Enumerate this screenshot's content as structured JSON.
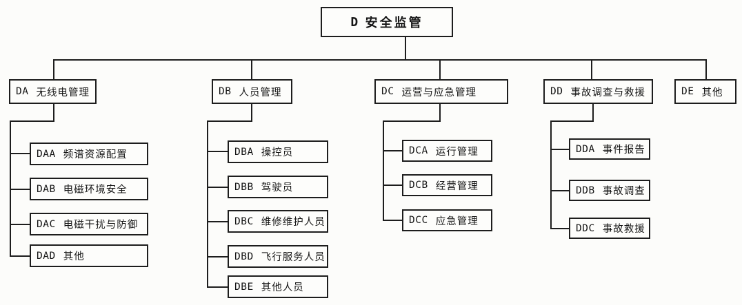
{
  "figure": {
    "type": "org-tree-diagram",
    "line_color": "#1d1d1d",
    "background": "#fcfcfa"
  },
  "root": {
    "code": "D",
    "label": "安全监管"
  },
  "branches": [
    {
      "code": "DA",
      "label": "无线电管理",
      "children": [
        {
          "code": "DAA",
          "label": "频谱资源配置"
        },
        {
          "code": "DAB",
          "label": "电磁环境安全"
        },
        {
          "code": "DAC",
          "label": "电磁干扰与防御"
        },
        {
          "code": "DAD",
          "label": "其他"
        }
      ]
    },
    {
      "code": "DB",
      "label": "人员管理",
      "children": [
        {
          "code": "DBA",
          "label": "操控员"
        },
        {
          "code": "DBB",
          "label": "驾驶员"
        },
        {
          "code": "DBC",
          "label": "维修维护人员"
        },
        {
          "code": "DBD",
          "label": "飞行服务人员"
        },
        {
          "code": "DBE",
          "label": "其他人员"
        }
      ]
    },
    {
      "code": "DC",
      "label": "运营与应急管理",
      "children": [
        {
          "code": "DCA",
          "label": "运行管理"
        },
        {
          "code": "DCB",
          "label": "经营管理"
        },
        {
          "code": "DCC",
          "label": "应急管理"
        }
      ]
    },
    {
      "code": "DD",
      "label": "事故调查与救援",
      "children": [
        {
          "code": "DDA",
          "label": "事件报告"
        },
        {
          "code": "DDB",
          "label": "事故调查"
        },
        {
          "code": "DDC",
          "label": "事故救援"
        }
      ]
    },
    {
      "code": "DE",
      "label": "其他",
      "children": []
    }
  ]
}
